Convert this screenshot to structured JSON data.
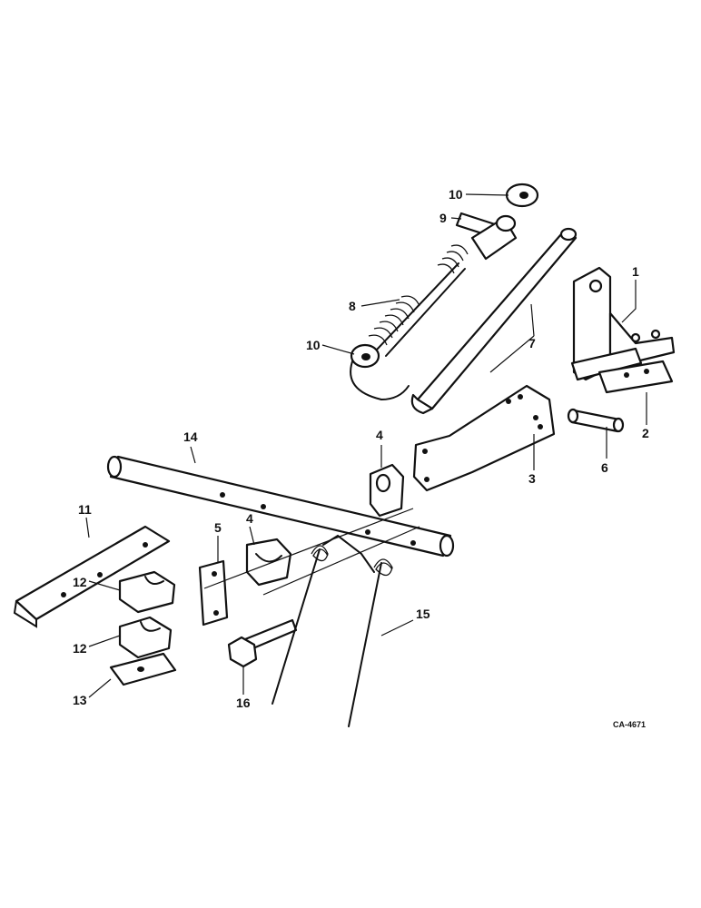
{
  "callouts": {
    "c1": "1",
    "c2": "2",
    "c3": "3",
    "c4a": "4",
    "c4b": "4",
    "c5": "5",
    "c6": "6",
    "c7": "7",
    "c8": "8",
    "c9": "9",
    "c10a": "10",
    "c10b": "10",
    "c11": "11",
    "c12a": "12",
    "c12b": "12",
    "c13": "13",
    "c14": "14",
    "c15": "15",
    "c16": "16"
  },
  "drawing_code": "CA-4671"
}
